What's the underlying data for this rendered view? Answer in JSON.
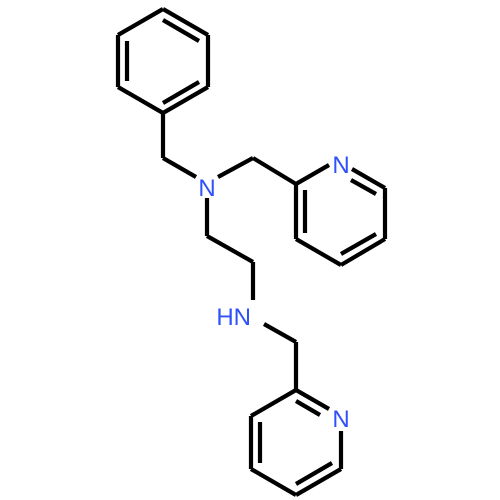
{
  "structure": {
    "atom_labels": {
      "tertiary_amine": "N",
      "pyridine_upper": "N",
      "secondary_amine": "HN",
      "pyridine_lower": "N"
    }
  },
  "colors": {
    "bond": "#000000",
    "nitrogen": "#3050F8",
    "background": "#ffffff"
  }
}
